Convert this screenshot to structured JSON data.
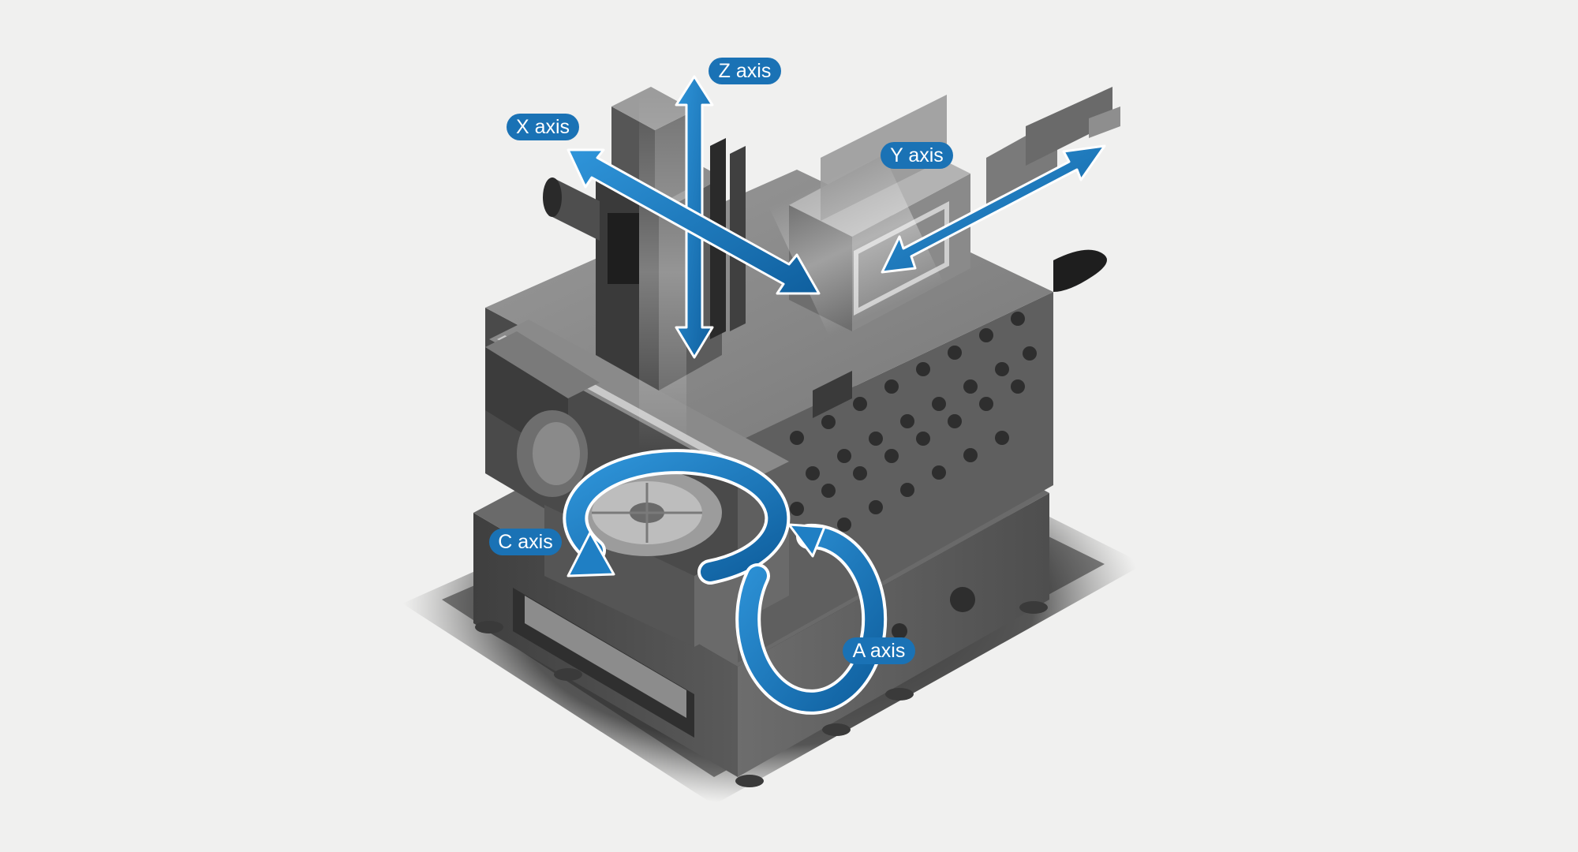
{
  "diagram": {
    "background_color": "#f0f0ef",
    "arrow_color": "#1f7fc4",
    "pill_color": "#1a72b5",
    "pill_text_color": "#ffffff",
    "machine_color": "#5b5b5b",
    "labels": {
      "z_axis": "Z axis",
      "x_axis": "X axis",
      "y_axis": "Y axis",
      "c_axis": "C axis",
      "a_axis": "A axis"
    }
  }
}
